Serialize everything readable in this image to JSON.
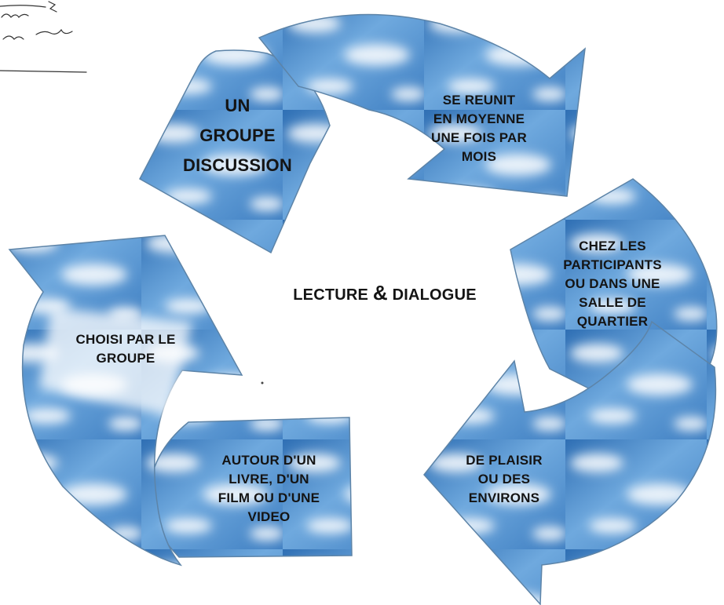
{
  "diagram": {
    "center_title": {
      "part1": "LECTURE",
      "amp": "&",
      "part2": "DIALOGUE"
    },
    "arrows": [
      {
        "id": "top-left",
        "text": "UN\nGROUPE\nDISCUSSION"
      },
      {
        "id": "top-right",
        "text": "SE REUNIT\nEN MOYENNE\nUNE FOIS PAR\nMOIS"
      },
      {
        "id": "right",
        "text": "CHEZ LES\nPARTICIPANTS\nOU DANS UNE\nSALLE DE\nQUARTIER"
      },
      {
        "id": "bottom-right",
        "text": "DE PLAISIR\nOU DES\nENVIRONS"
      },
      {
        "id": "bottom-left",
        "text": "AUTOUR D'UN\nLIVRE, D'UN\nFILM OU D'UNE\nVIDEO"
      },
      {
        "id": "left",
        "text": "CHOISI PAR LE\nGROUPE"
      }
    ],
    "colors": {
      "sky_dark": "#3d7fc0",
      "sky_mid": "#7db3e3",
      "cloud": "#ffffff",
      "text": "#141414",
      "outline": "#5d84a8"
    }
  }
}
